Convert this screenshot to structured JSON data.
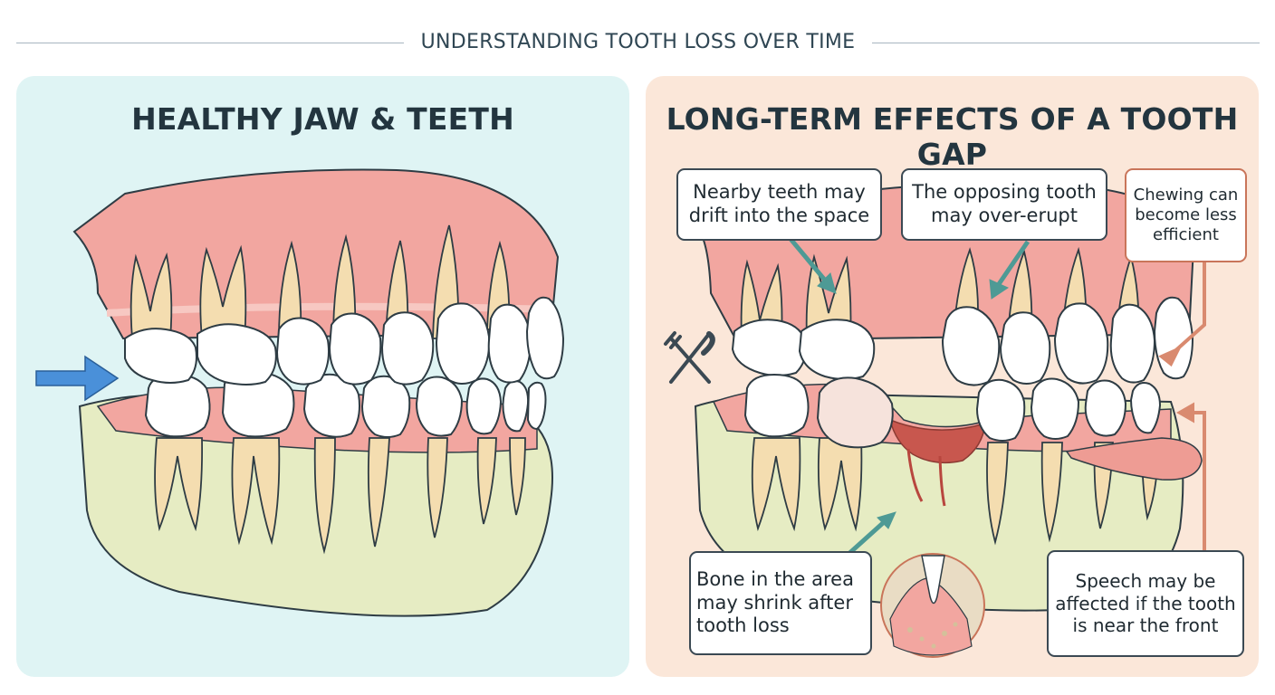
{
  "header": {
    "title": "UNDERSTANDING TOOTH LOSS OVER TIME"
  },
  "left_panel": {
    "title": "HEALTHY JAW & TEETH"
  },
  "right_panel": {
    "title": "LONG-TERM EFFECTS OF A TOOTH GAP",
    "callouts": {
      "drift": "Nearby teeth may\ndrift into the space",
      "over_erupt": "The opposing tooth\nmay over-erupt",
      "chewing": "Chewing can\nbecome less\nefficient",
      "bone": "Bone in the area\nmay shrink after\ntooth loss",
      "speech": "Speech may be\naffected if the tooth\nis near the front"
    }
  },
  "icons": [
    "arrow-right-icon",
    "fork-knife-icon",
    "bone-detail-icon"
  ],
  "colors": {
    "left_bg": "#dff4f4",
    "right_bg": "#fbe7d9",
    "gum": "#f2a6a0",
    "jaw": "#e6ecc3",
    "root": "#f4ddb0",
    "crown": "#ffffff",
    "arrow_blue": "#4a90d9",
    "arrow_teal": "#4e9a95",
    "arrow_orange": "#d98a6f"
  }
}
